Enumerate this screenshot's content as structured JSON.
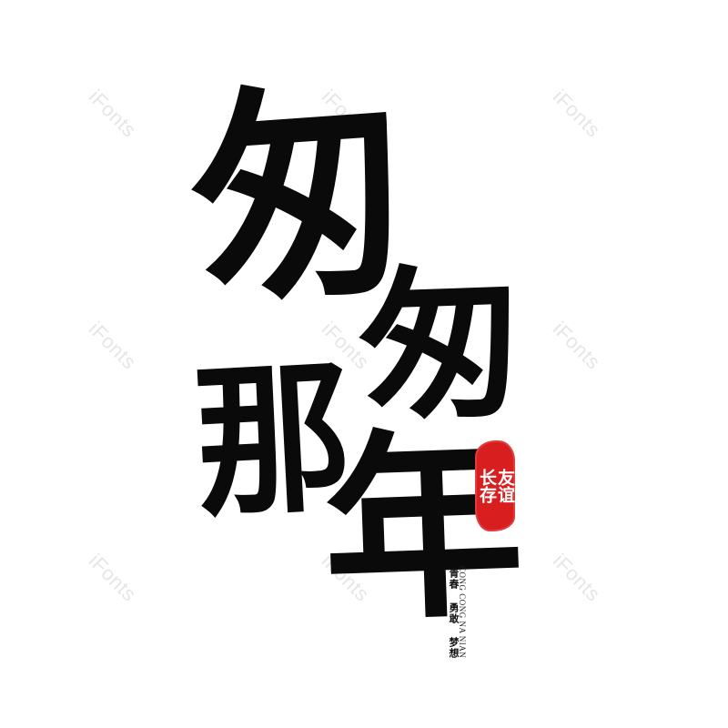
{
  "watermark": {
    "text": "iFonts",
    "color": "#e6e6e6"
  },
  "calligraphy": {
    "char1": "匆",
    "char2": "匆",
    "char3": "那",
    "char4": "年",
    "ink_color": "#0a0a0a"
  },
  "seal": {
    "col_right": "友谊",
    "col_left": "长存",
    "color": "#d81e1e"
  },
  "pinyin": "CONG CONG NA NIAN",
  "motto": "青春 勇敢 梦想"
}
